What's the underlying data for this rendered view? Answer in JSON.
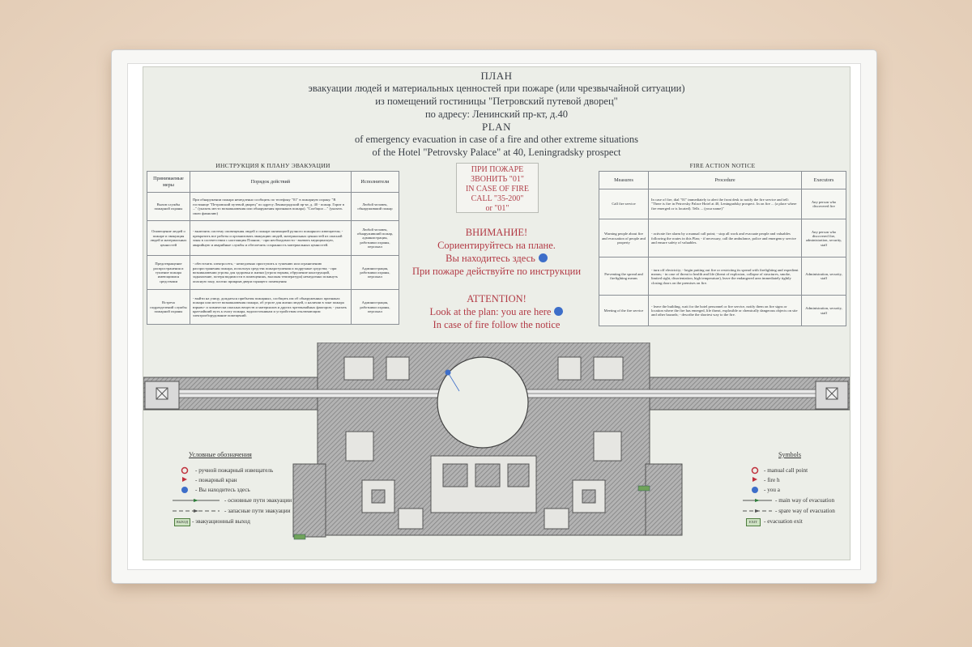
{
  "header": {
    "ru_title": "ПЛАН",
    "ru_line1": "эвакуации людей и материальных ценностей при пожаре (или чрезвычайной ситуации)",
    "ru_line2": "из помещений гостиницы \"Петровский путевой дворец\"",
    "ru_line3": "по адресу: Ленинский пр-кт, д.40",
    "en_title": "PLAN",
    "en_line1": "of emergency evacuation in case of a fire and other extreme situations",
    "en_line2": "of the Hotel \"Petrovsky Palace\" at 40, Leningradsky prospect"
  },
  "ru_table": {
    "title": "ИНСТРУКЦИЯ К ПЛАНУ ЭВАКУАЦИИ",
    "headers": [
      "Принимаемые меры",
      "Порядок действий",
      "Исполнители"
    ],
    "rows": [
      [
        "Вызов службы пожарной охраны",
        "При обнаружении пожара немедленно сообщить по телефону \"01\" в пожарную охрану. \"В гостинице \"Петровский путевой дворец\" по адресу Ленинградский пр-кт, д. 40 - пожар. Горит в ...\" (указать место возникновения или обнаружения признаков пожара). \"Сообщил ...\" (указать свою фамилию)",
        "Любой человек, обнаруживший пожар"
      ],
      [
        "Оповещение людей о пожаре и эвакуация людей и материальных ценностей",
        "- включить систему оповещения людей о пожаре активацией ручного пожарного извещателя; - прекратить все работы и организовать эвакуацию людей, материальных ценностей из опасной зоны в соответствии с настоящим Планом; - при необходимости - вызвать медицинскую, аварийную и аварийные службы и обеспечить сохранность материальных ценностей.",
        "Любой человек, обнаруживший пожар, администрация, работники охраны, персонал"
      ],
      [
        "Предотвращение распространения и тушение пожара имеющимися средствами",
        "- обесточить электросеть; - немедленно приступить к тушению или ограничению распространения пожара, используя средства пожаротушения и подручные средства; - при возникновении угрозы для здоровья и жизни (угроза взрыва, обрушение конструкций, задымление, потеря видимости в помещениях, высокая температура) немедленно покинуть опасную зону, плотно прикрыв двери горящего помещения",
        "Администрация, работники охраны, персонал"
      ],
      [
        "Встреча подразделений службы пожарной охраны",
        "- выйти на улицу, дождаться прибытия пожарных, сообщить им об обнаруженных признаках пожара или месте возникновения пожара, об угрозе для жизни людей, о наличии в зоне пожара взрыво- и химически опасных веществ и материалов и других чрезвычайных факторов; - указать кратчайший путь к очагу пожара, водоисточникам и устройствам отключающим электрооборудование помещений.",
        "Администрация, работники охраны, персонал"
      ]
    ]
  },
  "en_table": {
    "title": "FIRE ACTION NOTICE",
    "headers": [
      "Measures",
      "Procedure",
      "Executors"
    ],
    "rows": [
      [
        "Call fire service",
        "In case of fire, dial \"01\" immediately to alert the front desk to notify the fire service and tell: \"There is fire in Petrovsky Palace Hotel at 40, Leningradsky prospect. In on fire ... (a place where fire emerged or is located). Tells ... (your name)\"",
        "Any person who discovered fire"
      ],
      [
        "Warning people about fire and evacuation of people and property",
        "- activate fire alarm by a manual call point; - stop all work and evacuate people and valuables following the routes in this Plan; - if necessary, call the ambulance, police and emergency service and ensure safety of valuables.",
        "Any person who discovered fire, administration, security, staff"
      ],
      [
        "Preventing the spread and firefighting means",
        "- turn off electricity; - begin putting out fire or restricting its spread with firefighting and expedient means; - in case of threat to health and life (threat of explosion, collapse of structures, smoke, limited sight, disorientation, high temperature), leave the endangered area immediately tightly closing doors on the premises on fire.",
        "Administration, security, staff"
      ],
      [
        "Meeting of the fire service",
        "- leave the building, wait for the hotel personnel or fire service, notify them on fire signs or location where the fire has emerged, life threat, explosible or chemically dangerous objects on site and other hazards; - describe the shortest way to the fire.",
        "Administration, security, staff"
      ]
    ]
  },
  "call_notice": {
    "line1": "ПРИ ПОЖАРЕ",
    "line2": "ЗВОНИТЬ \"01\"",
    "line3": "IN CASE OF FIRE",
    "line4": "CALL \"35-200\"",
    "line5": "or \"01\""
  },
  "attention_ru": {
    "title": "ВНИМАНИЕ!",
    "line1": "Сориентируйтесь на плане.",
    "line2": "Вы находитесь здесь",
    "line3": "При пожаре действуйте по инструкции"
  },
  "attention_en": {
    "title": "ATTENTION!",
    "line1": "Look at the plan: you are here",
    "line2": "In case of fire follow the notice"
  },
  "legend_ru": {
    "title": "Условные обозначения",
    "items": [
      "- ручной пожарный извещатель",
      "- пожарный кран",
      "- Вы находитесь здесь",
      "- основные пути эвакуации",
      "- запасные пути эвакуации",
      "- эвакуационный выход"
    ],
    "exit_sign": "ВЫХОД"
  },
  "legend_en": {
    "title": "Symbols",
    "items": [
      "- manual call point",
      "- fire h",
      "- you a",
      "- main way of evacuation",
      "- spare way of evacuation",
      "- evacuation exit"
    ],
    "exit_sign": "EXIT"
  },
  "colors": {
    "red_text": "#b23a45",
    "you_are_here": "#3d6ec9",
    "plan_fill": "#9a9a9a",
    "exit_green": "#6fa35a"
  }
}
